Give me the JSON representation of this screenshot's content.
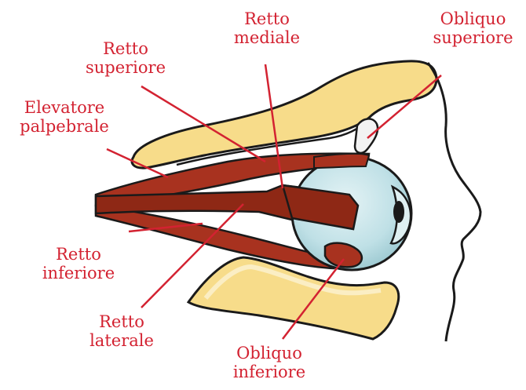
{
  "labels": {
    "retto_mediale": [
      "Retto",
      "mediale"
    ],
    "obliquo_superiore": [
      "Obliquo",
      "superiore"
    ],
    "retto_superiore": [
      "Retto",
      "superiore"
    ],
    "elevatore_palpebrale": [
      "Elevatore",
      "palpebrale"
    ],
    "retto_inferiore": [
      "Retto",
      "inferiore"
    ],
    "retto_laterale": [
      "Retto",
      "laterale"
    ],
    "obliquo_inferiore": [
      "Obliquo",
      "inferiore"
    ]
  },
  "colors": {
    "label_text": "#d32231",
    "leader_line": "#d32231",
    "bone_fill": "#f7dc8a",
    "bone_light": "#fbeec4",
    "muscle": "#a8321f",
    "muscle_dark": "#7a2012",
    "eyeball": "#bfe0e6",
    "outline": "#1a1a1a"
  }
}
